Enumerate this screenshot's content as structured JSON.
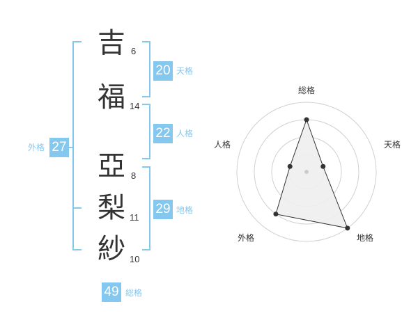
{
  "name": {
    "characters": [
      {
        "char": "吉",
        "strokes": "6"
      },
      {
        "char": "福",
        "strokes": "14"
      },
      {
        "char": "亞",
        "strokes": "8"
      },
      {
        "char": "梨",
        "strokes": "11"
      },
      {
        "char": "紗",
        "strokes": "10"
      }
    ]
  },
  "fortunes": {
    "tenkaku": {
      "value": "20",
      "label": "天格"
    },
    "jinkaku": {
      "value": "22",
      "label": "人格"
    },
    "chikaku": {
      "value": "29",
      "label": "地格"
    },
    "gaikaku": {
      "value": "27",
      "label": "外格"
    },
    "soukaku": {
      "value": "49",
      "label": "総格"
    }
  },
  "radar": {
    "axes": [
      "総格",
      "天格",
      "地格",
      "外格",
      "人格"
    ],
    "levels": 4,
    "values": [
      3,
      1,
      4,
      3,
      1
    ]
  },
  "colors": {
    "accent": "#84c8f0",
    "text": "#333333",
    "grid": "#d0d0d0",
    "fill": "#eeeeee"
  }
}
